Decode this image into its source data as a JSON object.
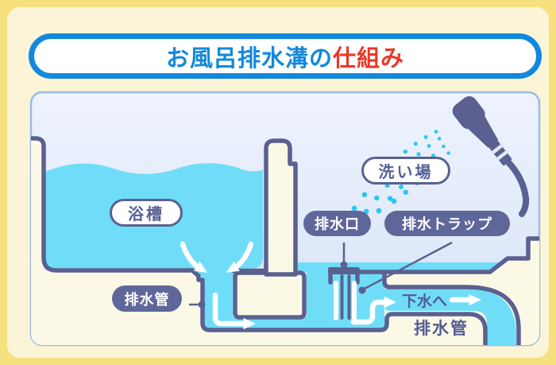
{
  "title": {
    "part_blue": "お風呂排水溝の",
    "part_red": "仕組み"
  },
  "diagram": {
    "labels": {
      "bathtub": "浴槽",
      "washing_area": "洗い場",
      "drain_outlet": "排水口",
      "drain_trap": "排水トラップ",
      "drain_pipe": "排水管",
      "to_sewer": "下水へ",
      "drain_pipe_lower": "排水管"
    }
  },
  "colors": {
    "title_blue": "#1289DC",
    "title_red": "#E83828",
    "frame_yellow": "#F7E17E",
    "page_cream": "#FCF4D6",
    "water_cyan": "#6FDDF8",
    "spray_cyan": "#2BC8F0",
    "structure_outline": "#5A6190",
    "label_dark_fill": "#5F679A"
  }
}
